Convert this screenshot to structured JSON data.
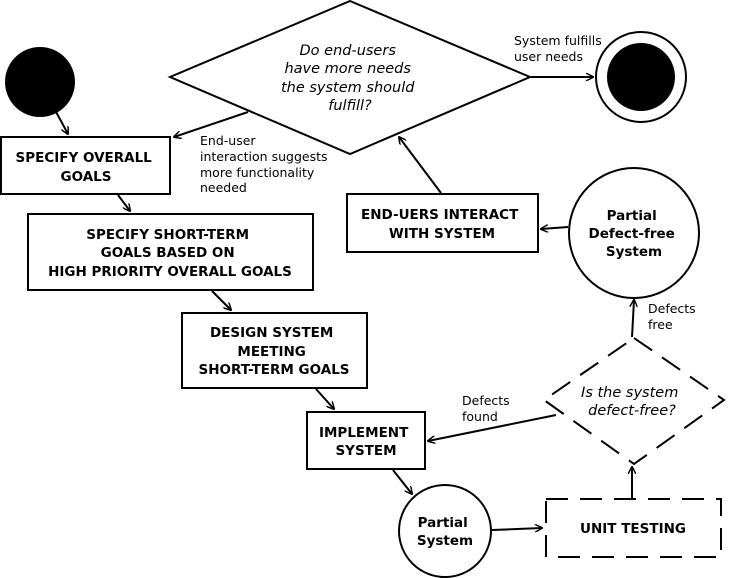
{
  "nodes": {
    "specify_overall_goals": {
      "lines": [
        "SPECIFY OVERALL",
        "GOALS"
      ]
    },
    "specify_short_term_goals": {
      "lines": [
        "SPECIFY SHORT-TERM",
        "GOALS BASED ON",
        "HIGH PRIORITY OVERALL GOALS"
      ]
    },
    "design_system": {
      "lines": [
        "DESIGN SYSTEM",
        "MEETING",
        "SHORT-TERM GOALS"
      ]
    },
    "implement_system": {
      "lines": [
        "IMPLEMENT",
        "SYSTEM"
      ]
    },
    "partial_system": {
      "lines": [
        "Partial",
        "System"
      ]
    },
    "unit_testing": {
      "lines": [
        "UNIT TESTING"
      ]
    },
    "defect_free_decision": {
      "lines": [
        "Is the system",
        "defect-free?"
      ]
    },
    "partial_defect_free_system": {
      "lines": [
        "Partial",
        "Defect-free",
        "System"
      ]
    },
    "end_users_interact": {
      "lines": [
        "END-UERS INTERACT",
        "WITH SYSTEM"
      ]
    },
    "more_needs_decision": {
      "lines": [
        "Do end-users",
        "have more needs",
        "the system should",
        "fulfill?"
      ]
    }
  },
  "edge_labels": {
    "more_functionality": [
      "End-user",
      "interaction suggests",
      "more functionality",
      "needed"
    ],
    "fulfills_needs": [
      "System fulfills",
      "user needs"
    ],
    "defects_free": [
      "Defects",
      "free"
    ],
    "defects_found": [
      "Defects",
      "found"
    ]
  },
  "colors": {
    "stroke": "#000000",
    "fill": "#ffffff",
    "terminal": "#000000"
  }
}
